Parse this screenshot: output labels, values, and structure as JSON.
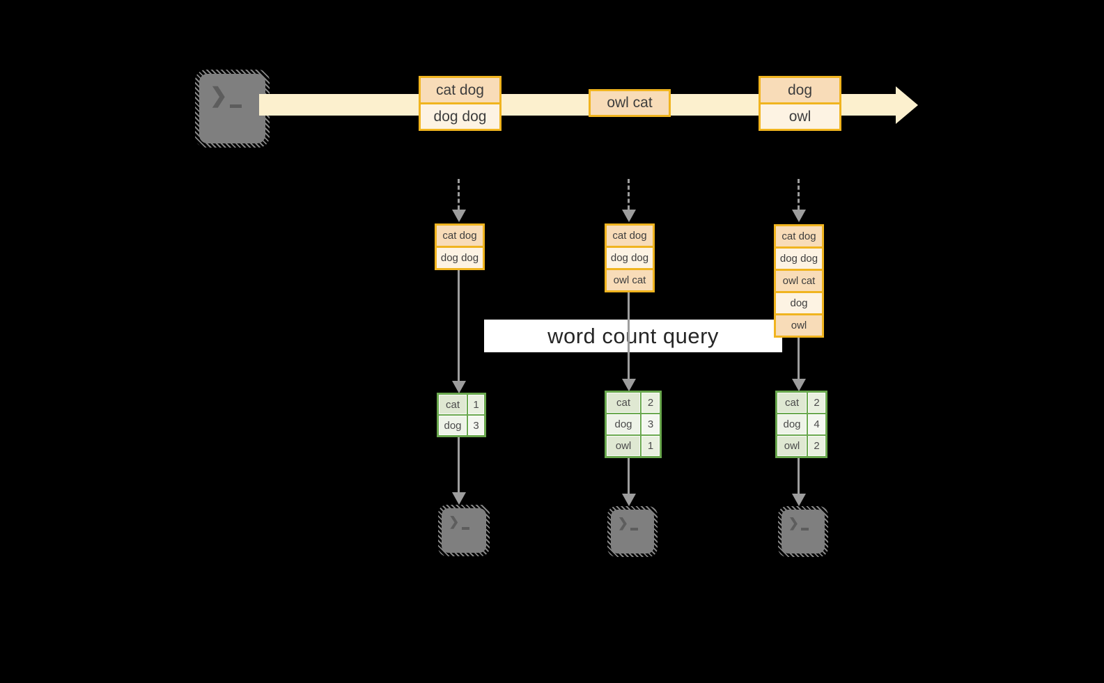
{
  "icons": {
    "terminal_prompt": "❯"
  },
  "colors": {
    "background": "#000000",
    "stream_band": "#FCF0CE",
    "box_border_gold": "#F0B41F",
    "cell_peach_dark": "#F8DCB8",
    "cell_peach_light": "#FDF3E3",
    "table_border_green": "#6AA84E",
    "table_cell_green_dark": "#DFE8D2",
    "table_cell_green_light": "#EEF3E8",
    "arrow_gray": "#9D9D9D",
    "terminal_gray": "#7F7F7F",
    "text_dark": "#3D3D3D"
  },
  "stream": {
    "source_icon": "terminal-icon",
    "batches": [
      {
        "cells": [
          "cat dog",
          "dog dog"
        ]
      },
      {
        "cells": [
          "owl cat"
        ]
      },
      {
        "cells": [
          "dog",
          "owl"
        ]
      }
    ]
  },
  "query": {
    "label": "word count query"
  },
  "columns": [
    {
      "list": [
        "cat dog",
        "dog dog"
      ],
      "table": {
        "rows": [
          [
            "cat",
            "1"
          ],
          [
            "dog",
            "3"
          ]
        ]
      },
      "sink_icon": "terminal-icon"
    },
    {
      "list": [
        "cat dog",
        "dog dog",
        "owl cat"
      ],
      "table": {
        "rows": [
          [
            "cat",
            "2"
          ],
          [
            "dog",
            "3"
          ],
          [
            "owl",
            "1"
          ]
        ]
      },
      "sink_icon": "terminal-icon"
    },
    {
      "list": [
        "cat dog",
        "dog dog",
        "owl cat",
        "dog",
        "owl"
      ],
      "table": {
        "rows": [
          [
            "cat",
            "2"
          ],
          [
            "dog",
            "4"
          ],
          [
            "owl",
            "2"
          ]
        ]
      },
      "sink_icon": "terminal-icon"
    }
  ]
}
